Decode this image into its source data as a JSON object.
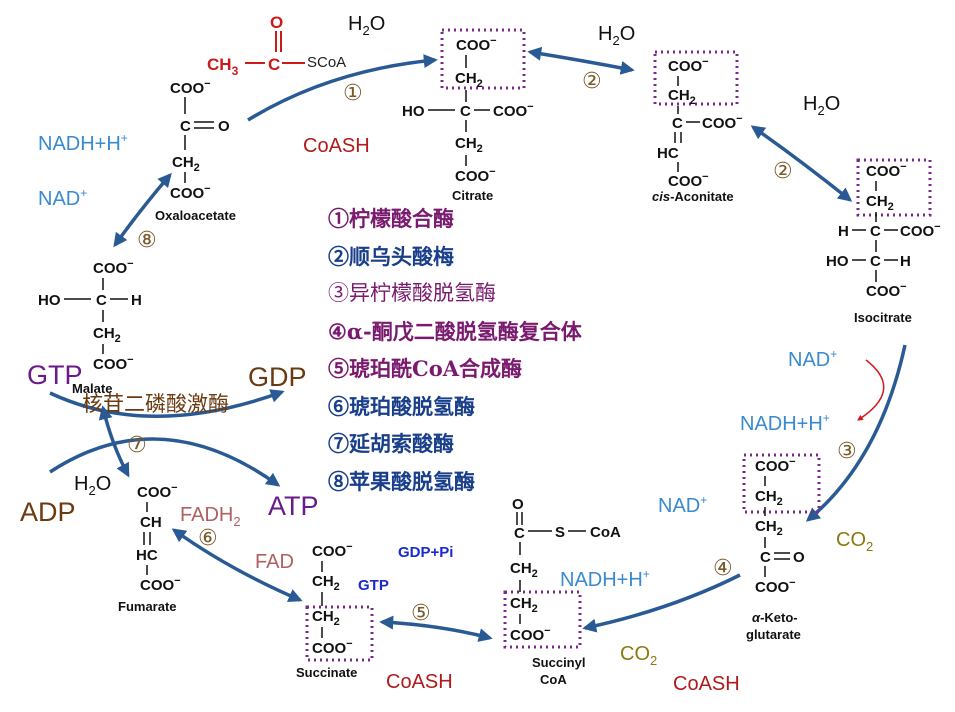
{
  "compounds": {
    "oxaloacetate": {
      "name": "Oxaloacetate"
    },
    "citrate": {
      "name": "Citrate"
    },
    "cis_aconitate": {
      "name_prefix": "cis",
      "name_rest": "-Aconitate"
    },
    "isocitrate": {
      "name": "Isocitrate"
    },
    "alpha_ketoglutarate": {
      "name_prefix": "α",
      "name_line1": "-Keto-",
      "name_line2": "glutarate"
    },
    "succinyl_coa": {
      "name_line1": "Succinyl",
      "name_line2": "CoA"
    },
    "succinate": {
      "name": "Succinate"
    },
    "fumarate": {
      "name": "Fumarate"
    },
    "malate": {
      "name": "Malate"
    }
  },
  "acetyl_coa": {
    "o": "O",
    "ch3": "CH",
    "ch3_sub": "3",
    "c": "C",
    "scoa": "SCoA"
  },
  "formula": {
    "coo": "COO",
    "minus": "−",
    "ch2": "CH",
    "sub2": "2",
    "c": "C",
    "o": "O",
    "ho": "HO",
    "h": "H",
    "hc": "HC",
    "ch": "CH",
    "s": "S",
    "coa": "CoA",
    "dash": "—"
  },
  "cofactors": {
    "water": {
      "h": "H",
      "sub": "2",
      "o": "O"
    },
    "coash": "CoASH",
    "nadh_h": "NADH+H",
    "nad": "NAD",
    "plus": "+",
    "co2": {
      "co": "CO",
      "sub": "2"
    },
    "fad": "FAD",
    "fadh2": {
      "text": "FADH",
      "sub": "2"
    },
    "gdp_pi": "GDP+Pi",
    "gtp_small": "GTP",
    "gtp": "GTP",
    "gdp": "GDP",
    "adp": "ADP",
    "atp": "ATP"
  },
  "step_numbers": [
    "①",
    "②",
    "②",
    "③",
    "④",
    "⑤",
    "⑥",
    "⑦",
    "⑧"
  ],
  "overlay_enzyme": "核苷二磷酸激酶",
  "enzymes": [
    {
      "label": "①柠檬酸合酶",
      "color": "#7a1a6e"
    },
    {
      "label": "②顺乌头酸梅",
      "color": "#1a3f8a"
    },
    {
      "label": "③异柠檬酸脱氢酶",
      "color": "#7a1a6e"
    },
    {
      "label": "④α-酮戊二酸脱氢酶复合体",
      "color": "#7a1a6e"
    },
    {
      "label": "⑤琥珀酰CoA合成酶",
      "color": "#7a1a6e"
    },
    {
      "label": "⑥琥珀酸脱氢酶",
      "color": "#1a3f8a"
    },
    {
      "label": "⑦延胡索酸酶",
      "color": "#1a3f8a"
    },
    {
      "label": "⑧苹果酸脱氢酶",
      "color": "#1a3f8a"
    }
  ],
  "colors": {
    "arrow": "#2a5a94",
    "box": "#7a2a8a",
    "acetyl_red": "#cc1a1a",
    "coash_red": "#b01a1a",
    "nad_blue": "#3a8ad0",
    "co2_olive": "#8a7a10",
    "gtp_purple": "#6a1a8a",
    "gdp_brown": "#6a3a10",
    "fad_rose": "#b06060",
    "gtp_small_blue": "#1a2ad0"
  }
}
